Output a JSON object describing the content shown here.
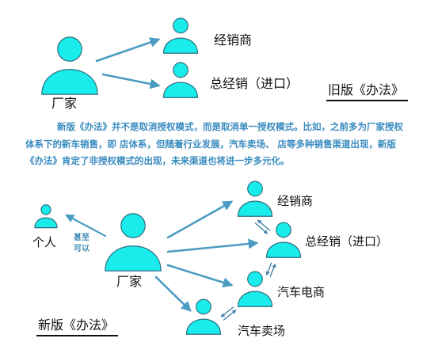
{
  "colors": {
    "person_fill": "#19ecea",
    "person_stroke": "#2d6f80",
    "arrow": "#4b9cc3",
    "swap_arrow": "#3f7fa8",
    "text_blue": "#3a8cc0"
  },
  "old_section": {
    "title": "旧版《办法》",
    "manufacturer": "厂家",
    "channels": [
      "经销商",
      "总经销（进口）"
    ]
  },
  "description": "新版《办法》并不是取消授权模式，而是取消单一授权模式。比如，之前多为厂家授权体系下的新车销售，即  店体系，但随着行业发展，汽车卖场、 店等多种销售渠道出现，新版《办法》肯定了非授权模式的出现，未来渠道也将进一步多元化。",
  "new_section": {
    "title": "新版《办法》",
    "manufacturer": "厂家",
    "individual": "个人",
    "individual_note_line1": "甚至",
    "individual_note_line2": "可以",
    "channels": [
      "经销商",
      "总经销（进口）",
      "汽车电商",
      "汽车卖场"
    ]
  }
}
